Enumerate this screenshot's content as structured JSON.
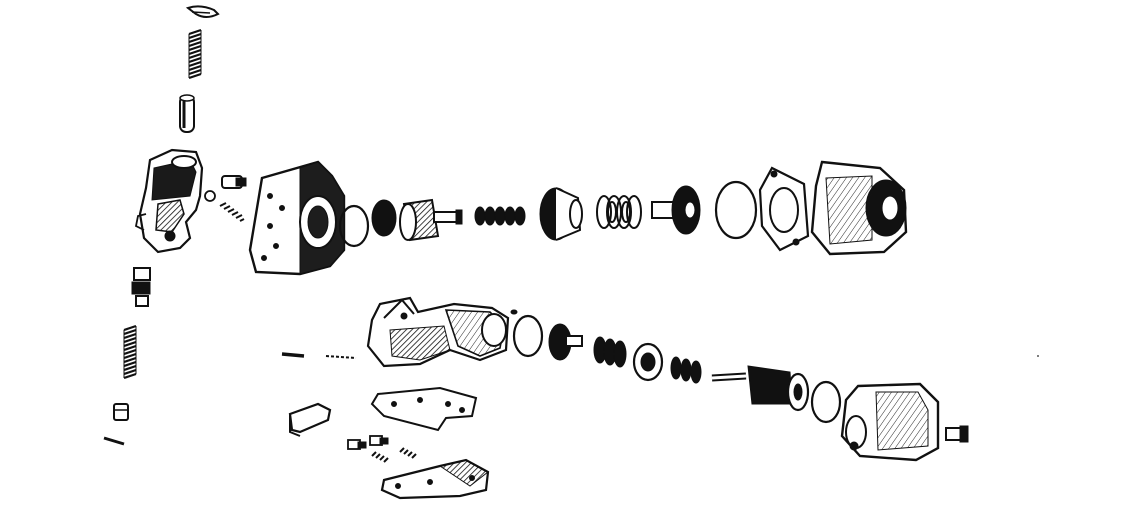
{
  "figure": {
    "kind": "exploded-view technical illustration",
    "style": "black ink on white",
    "colors": {
      "ink": "#111111",
      "paper": "#ffffff",
      "shade": "#2a2a2a"
    },
    "assemblies": [
      {
        "name": "vertical-valve-stack"
      },
      {
        "name": "upper-horizontal-assembly"
      },
      {
        "name": "lower-horizontal-assembly"
      },
      {
        "name": "lower-left-plates-and-fittings"
      }
    ]
  }
}
